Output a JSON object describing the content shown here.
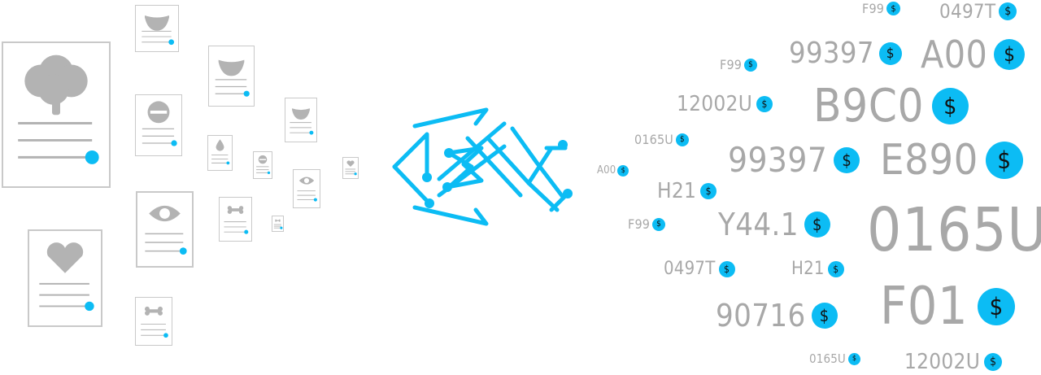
{
  "colors": {
    "accent": "#0cbcf4",
    "code_text": "#a8a8a8",
    "doc_border": "#c9c9c9",
    "doc_icon": "#b3b3b3"
  },
  "currency_symbol": "$",
  "documents": [
    {
      "icon": "brain-icon"
    },
    {
      "icon": "ultrasound-icon"
    },
    {
      "icon": "ultrasound-icon"
    },
    {
      "icon": "no-entry-icon"
    },
    {
      "icon": "eye-icon"
    },
    {
      "icon": "bone-icon"
    },
    {
      "icon": "heart-icon"
    },
    {
      "icon": "blood-drop-icon"
    },
    {
      "icon": "no-entry-icon"
    },
    {
      "icon": "bone-icon"
    },
    {
      "icon": "ultrasound-icon"
    },
    {
      "icon": "eye-icon"
    },
    {
      "icon": "bone-icon"
    },
    {
      "icon": "heart-icon"
    }
  ],
  "logo": {
    "icon": "fish-circuit-logo-icon"
  },
  "codes": [
    "F99",
    "0497T",
    "99397",
    "A00",
    "F99",
    "12002U",
    "B9C0",
    "0165U",
    "99397",
    "E890",
    "A00",
    "H21",
    "F99",
    "Y44.1",
    "0165U",
    "0497T",
    "H21",
    "90716",
    "F01",
    "0165U",
    "12002U"
  ]
}
